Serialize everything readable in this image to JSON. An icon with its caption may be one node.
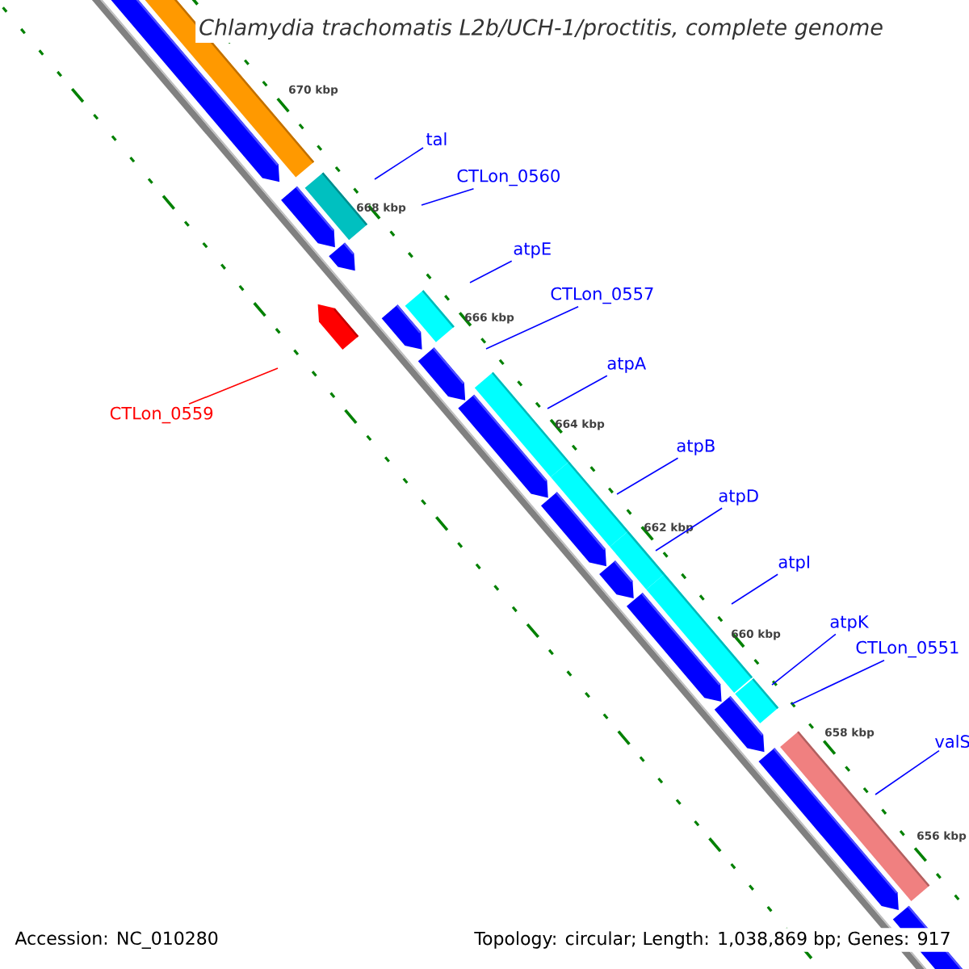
{
  "diagram": {
    "title": "Chlamydia trachomatis L2b/UCH-1/proctitis, complete genome",
    "nodes": [
      {
        "text": [
          "tal"
        ]
      },
      {
        "text": [
          "CTLon_0560"
        ]
      },
      {
        "text": [
          "atpE"
        ]
      },
      {
        "text": [
          "CTLon_0557"
        ]
      },
      {
        "text": [
          "atpA"
        ]
      },
      {
        "text": [
          "CTLon_0559"
        ]
      },
      {
        "text": [
          "atpB"
        ]
      },
      {
        "text": [
          "atpD"
        ]
      },
      {
        "text": [
          "atpI"
        ]
      },
      {
        "text": [
          "atpK"
        ]
      },
      {
        "text": [
          "CTLon_0551"
        ]
      },
      {
        "text": [
          "valS"
        ]
      }
    ],
    "edges": [
      {
        "from": 0,
        "to": null,
        "arrow": "none"
      },
      {
        "from": 1,
        "to": null,
        "arrow": "none"
      },
      {
        "from": 2,
        "to": null,
        "arrow": "none"
      },
      {
        "from": 3,
        "to": null,
        "arrow": "none"
      },
      {
        "from": 4,
        "to": null,
        "arrow": "none"
      },
      {
        "from": 5,
        "to": null,
        "arrow": "none",
        "color": "#ff0000"
      },
      {
        "from": 6,
        "to": null,
        "arrow": "none"
      },
      {
        "from": 7,
        "to": null,
        "arrow": "none"
      },
      {
        "from": 8,
        "to": null,
        "arrow": "none"
      },
      {
        "from": 9,
        "to": null,
        "arrow": "none"
      },
      {
        "from": 10,
        "to": null,
        "arrow": "none"
      },
      {
        "from": 11,
        "to": null,
        "arrow": "none"
      }
    ],
    "labels": [
      "670 kbp",
      "668 kbp",
      "666 kbp",
      "664 kbp",
      "662 kbp",
      "660 kbp",
      "658 kbp",
      "656 kbp",
      "Accession: NC_010280",
      "Topology: circular; Length: 1,038,869 bp; Genes: 917"
    ]
  }
}
